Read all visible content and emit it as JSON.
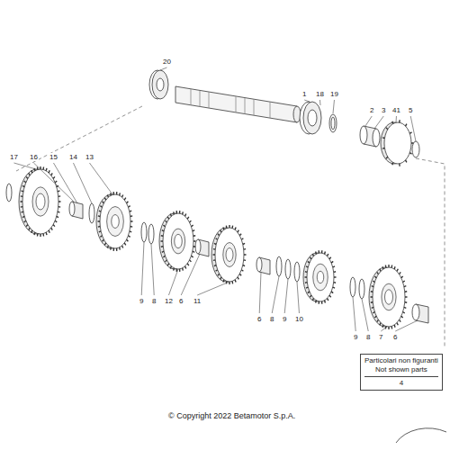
{
  "diagram": {
    "nodes": [
      {
        "text": [
          "Particolari non figuranti",
          "Not shown parts",
          "4"
        ]
      }
    ],
    "edges": [],
    "labels": [
      "20",
      "1",
      "18",
      "19",
      "2",
      "3",
      "41",
      "5",
      "17",
      "16",
      "15",
      "14",
      "13",
      "9",
      "8",
      "12",
      "6",
      "11",
      "6",
      "8",
      "9",
      "10",
      "9",
      "8",
      "7",
      "6",
      "© Copyright 2022 Betamotor S.p.A."
    ]
  }
}
